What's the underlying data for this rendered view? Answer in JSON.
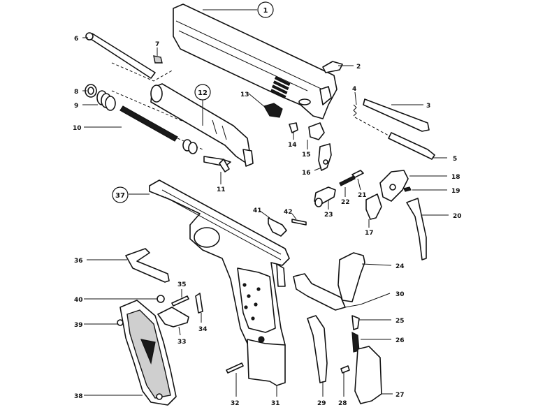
{
  "callouts": [
    {
      "id": "1",
      "circled": true
    },
    {
      "id": "2"
    },
    {
      "id": "3"
    },
    {
      "id": "4"
    },
    {
      "id": "5"
    },
    {
      "id": "6"
    },
    {
      "id": "7"
    },
    {
      "id": "8"
    },
    {
      "id": "9"
    },
    {
      "id": "10"
    },
    {
      "id": "11"
    },
    {
      "id": "12",
      "circled": true
    },
    {
      "id": "13"
    },
    {
      "id": "14"
    },
    {
      "id": "15"
    },
    {
      "id": "16"
    },
    {
      "id": "17"
    },
    {
      "id": "18"
    },
    {
      "id": "19"
    },
    {
      "id": "20"
    },
    {
      "id": "21"
    },
    {
      "id": "22"
    },
    {
      "id": "23"
    },
    {
      "id": "24"
    },
    {
      "id": "25"
    },
    {
      "id": "26"
    },
    {
      "id": "27"
    },
    {
      "id": "28"
    },
    {
      "id": "29"
    },
    {
      "id": "30"
    },
    {
      "id": "31"
    },
    {
      "id": "32"
    },
    {
      "id": "33"
    },
    {
      "id": "34"
    },
    {
      "id": "35"
    },
    {
      "id": "36"
    },
    {
      "id": "37",
      "circled": true
    },
    {
      "id": "38"
    },
    {
      "id": "39"
    },
    {
      "id": "40"
    },
    {
      "id": "41"
    },
    {
      "id": "42"
    }
  ],
  "colors": {
    "ink": "#111111",
    "paper": "#ffffff"
  }
}
